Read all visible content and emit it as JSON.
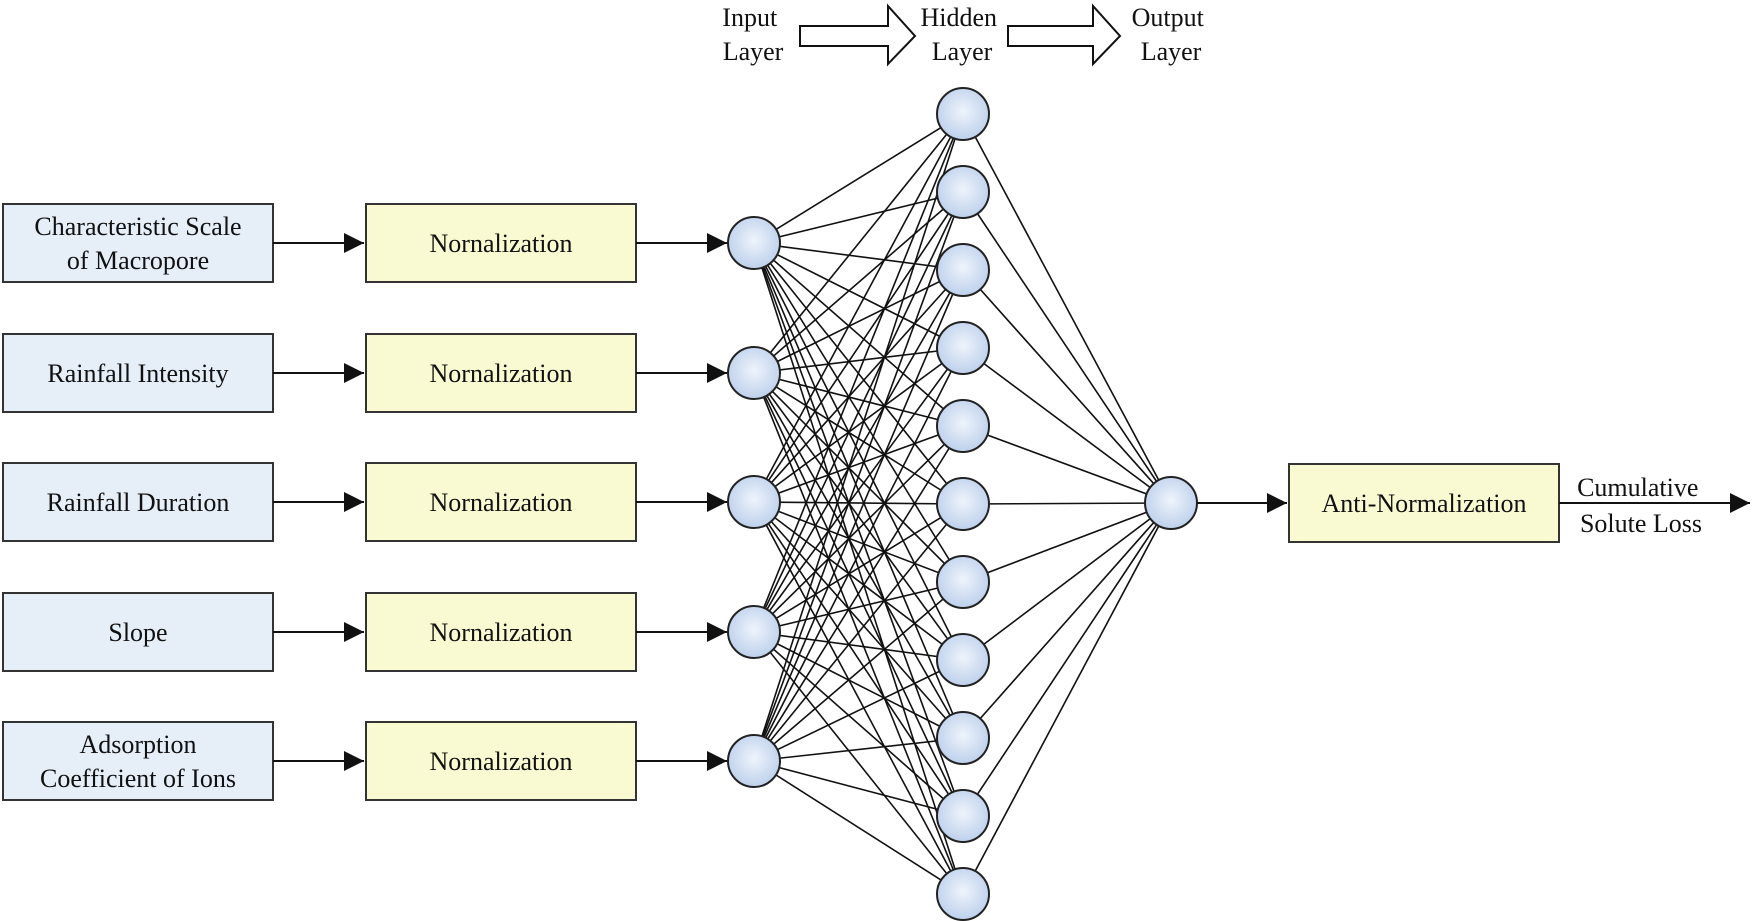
{
  "header": {
    "input_layer": [
      "Input",
      "Layer"
    ],
    "hidden_layer": [
      "Hidden",
      "Layer"
    ],
    "output_layer": [
      "Output",
      "Layer"
    ]
  },
  "inputs": [
    {
      "label": [
        "Characteristic Scale",
        "of Macropore"
      ],
      "norm": "Nornalization"
    },
    {
      "label": [
        "Rainfall Intensity"
      ],
      "norm": "Nornalization"
    },
    {
      "label": [
        "Rainfall Duration"
      ],
      "norm": "Nornalization"
    },
    {
      "label": [
        "Slope"
      ],
      "norm": "Nornalization"
    },
    {
      "label": [
        "Adsorption",
        "Coefficient of Ions"
      ],
      "norm": "Nornalization"
    }
  ],
  "hidden_neuron_count": 11,
  "output": {
    "denorm": "Anti-Normalization",
    "result": [
      "Cumulative",
      "Solute Loss"
    ]
  },
  "colors": {
    "input_box": "#e6eef8",
    "norm_box": "#fafad2",
    "node_fill": "#c7d8ef",
    "stroke": "#222222"
  }
}
